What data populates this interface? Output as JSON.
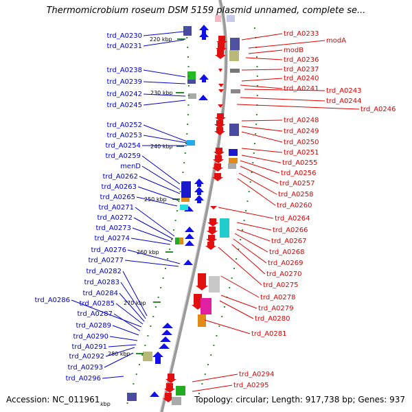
{
  "title": "Thermomicrobium roseum DSM 5159 plasmid unnamed, complete se...",
  "footer": {
    "accession": "Accession: NC_011961",
    "summary": "Topology: circular; Length: 917,738 bp; Genes: 937"
  },
  "colors": {
    "forward_label": "#0000cc",
    "reverse_label": "#dd0000",
    "backbone": "#888888",
    "tick": "#2a8a2a"
  },
  "scale_labels": [
    "220 kbp",
    "230 kbp",
    "240 kbp",
    "250 kbp",
    "260 kbp",
    "270 kbp",
    "280 kbp",
    "kbp"
  ],
  "left_labels": [
    "trd_A0230",
    "trd_A0231",
    "trd_A0238",
    "trd_A0239",
    "trd_A0242",
    "trd_A0245",
    "trd_A0252",
    "trd_A0253",
    "trd_A0254",
    "trd_A0259",
    "menD",
    "trd_A0262",
    "trd_A0263",
    "trd_A0265",
    "trd_A0271",
    "trd_A0272",
    "trd_A0273",
    "trd_A0274",
    "trd_A0276",
    "trd_A0277",
    "trd_A0282",
    "trd_A0283",
    "trd_A0284",
    "trd_A0285",
    "trd_A0286",
    "trd_A0287",
    "trd_A0289",
    "trd_A0290",
    "trd_A0291",
    "trd_A0292",
    "trd_A0293",
    "trd_A0296"
  ],
  "right_labels": [
    "trd_A0233",
    "modA",
    "modB",
    "trd_A0236",
    "trd_A0237",
    "trd_A0240",
    "trd_A0241",
    "trd_A0243",
    "trd_A0244",
    "trd_A0246",
    "trd_A0248",
    "trd_A0249",
    "trd_A0250",
    "trd_A0251",
    "trd_A0255",
    "trd_A0256",
    "trd_A0257",
    "trd_A0258",
    "trd_A0260",
    "trd_A0264",
    "trd_A0266",
    "trd_A0267",
    "trd_A0268",
    "trd_A0269",
    "trd_A0270",
    "trd_A0275",
    "trd_A0278",
    "trd_A0279",
    "trd_A0280",
    "trd_A0281",
    "trd_A0294",
    "trd_A0295"
  ]
}
